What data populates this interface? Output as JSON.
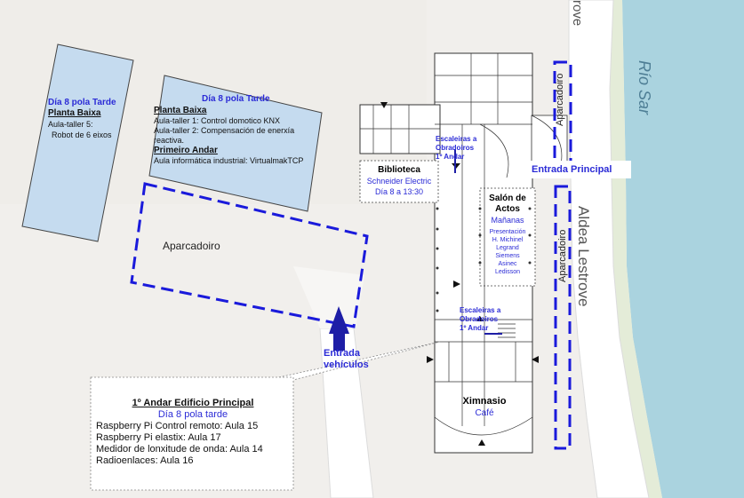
{
  "river": {
    "name": "Río Sar"
  },
  "street": {
    "name": "Aldea Lestrove",
    "top_fragment": "rove"
  },
  "parking": {
    "main_label": "Aparcadoiro",
    "top_label": "Aparcadoiro",
    "right_label": "Aparcadoiro"
  },
  "entrances": {
    "main": "Entrada Principal",
    "vehicles_line1": "Entrada",
    "vehicles_line2": "vehículos"
  },
  "building_left": {
    "title": "Día 8 pola Tarde",
    "floor": "Planta Baixa",
    "line1": "Aula-taller 5:",
    "line2": "Robot de 6 eixos"
  },
  "building_center": {
    "title": "Día 8 pola Tarde",
    "floor1": "Planta Baixa",
    "line1": "Aula-taller 1: Control domotico KNX",
    "line2": "Aula-taller 2: Compensación de enerxía reactiva.",
    "floor2": "Primeiro Andar",
    "line3": "Aula informática industrial: VirtualmakTCP"
  },
  "stairs_top": {
    "line1": "Escaleiras a",
    "line2": "Obradoiros",
    "line3": "1º Andar"
  },
  "stairs_bottom": {
    "line1": "Escaleiras a",
    "line2": "Obradoiros",
    "line3": "1º Andar"
  },
  "library": {
    "name": "Biblioteca",
    "sponsor": "Schneider Electric",
    "when": "Día 8 a 13:30"
  },
  "hall": {
    "name_line1": "Salón de",
    "name_line2": "Actos",
    "when": "Mañanas",
    "items": [
      "Presentación",
      "H. Michinel",
      "Legrand",
      "Siemens",
      "Asinec",
      "Ledisson"
    ]
  },
  "gym": {
    "name": "Ximnasio",
    "sub": "Café"
  },
  "callout": {
    "title": "1º Andar Edificio Principal",
    "subtitle": "Día 8 pola tarde",
    "items": [
      "Raspberry Pi Control remoto: Aula 15",
      "Raspberry Pi elastix: Aula 17",
      "Medidor de lonxitude de onda: Aula 14",
      "Radioenlaces: Aula 16"
    ]
  },
  "colors": {
    "river": "#aad3df",
    "dashed": "#1a1adb",
    "building_fill": "#c5dbef",
    "ground": "#f1efec"
  }
}
